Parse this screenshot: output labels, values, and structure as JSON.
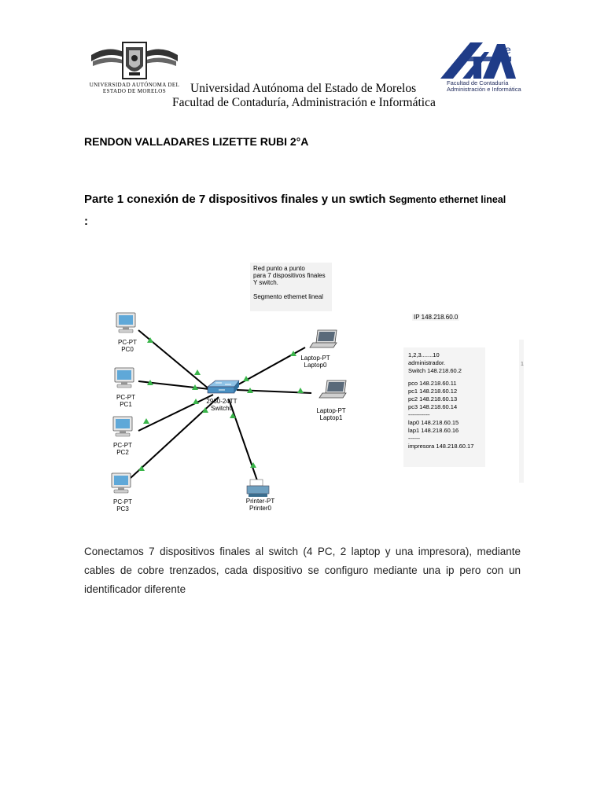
{
  "header": {
    "uaem_logo_text": "Universidad Autónoma del Estado de Morelos",
    "title_line1": "Universidad Autónoma del Estado de Morelos",
    "title_line2": "Facultad de Contaduría, Administración e Informática",
    "fca_logo_text_line1": "Facultad de Contaduría",
    "fca_logo_text_line2": "Administración e Informática"
  },
  "student_name": "RENDON VALLADARES LIZETTE RUBI  2°A",
  "section": {
    "title_main": "Parte 1 conexión de 7 dispositivos finales y un swtich ",
    "title_small": "Segmento ethernet lineal",
    "colon": ":"
  },
  "diagram": {
    "note_lines": [
      "Red punto a punto",
      "para 7 dispositivos finales",
      "Y switch.",
      "",
      "Segmento ethernet lineal"
    ],
    "ip_label": "IP 148.218.60.0",
    "side_mark": "1",
    "config_lines": [
      "1,2,3.......10",
      "administrador.",
      "Switch 148.218.60.2",
      "",
      "pco  148.218.60.11",
      "pc1  148.218.60.12",
      "pc2 148.218.60.13",
      "pc3 148.218.60.14",
      "-----------",
      "lap0 148.218.60.15",
      "lap1 148.218.60.16",
      "------",
      "impresora  148.218.60.17"
    ],
    "switch": {
      "model": "2960-24TT",
      "name": "Switch0"
    },
    "devices": [
      {
        "type": "PC-PT",
        "name": "PC0"
      },
      {
        "type": "PC-PT",
        "name": "PC1"
      },
      {
        "type": "PC-PT",
        "name": "PC2"
      },
      {
        "type": "PC-PT",
        "name": "PC3"
      },
      {
        "type": "Laptop-PT",
        "name": "Laptop0"
      },
      {
        "type": "Laptop-PT",
        "name": "Laptop1"
      },
      {
        "type": "Printer-PT",
        "name": "Printer0"
      }
    ],
    "colors": {
      "link_up": "#3ab54a",
      "pc_screen": "#5fa8d8",
      "switch_body": "#4a90c2"
    }
  },
  "paragraph": "Conectamos 7 dispositivos finales al switch (4 PC, 2 laptop y una impresora), mediante cables de cobre trenzados, cada dispositivo se configuro mediante una ip pero con un identificador diferente"
}
